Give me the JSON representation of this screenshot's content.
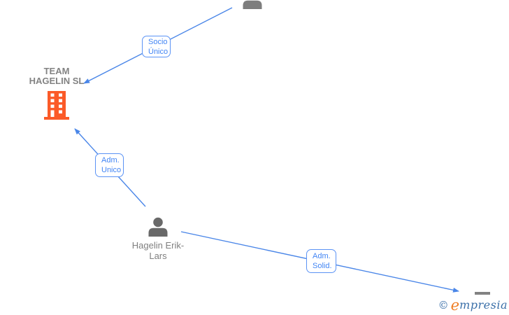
{
  "diagram": {
    "title_hint": "corporate-relationship-graph",
    "colors": {
      "edge_blue": "#4a86e8",
      "label_border_blue": "#5b93f5",
      "label_text_blue": "#4285f4",
      "company_orange": "#fb5a28",
      "person_gray": "#696969",
      "top_person_gray": "#7d7d7d",
      "mini_company_gray": "#828282",
      "node_text_gray": "#7f7f7f",
      "logo_blue": "#3a6fa8",
      "logo_orange": "#ef7d23"
    },
    "nodes": {
      "company": {
        "name_line1": "TEAM",
        "name_line2": "HAGELIN SL"
      },
      "person": {
        "name_line1": "Hagelin Erik-",
        "name_line2": "Lars"
      }
    },
    "edge_labels": {
      "socio_unico": {
        "line1": "Socio",
        "line2": "Único"
      },
      "adm_unico": {
        "line1": "Adm.",
        "line2": "Unico"
      },
      "adm_solid": {
        "line1": "Adm.",
        "line2": "Solid."
      }
    },
    "watermark": {
      "copyright": "©",
      "brand_e": "e",
      "brand_rest": "mpresia"
    }
  }
}
